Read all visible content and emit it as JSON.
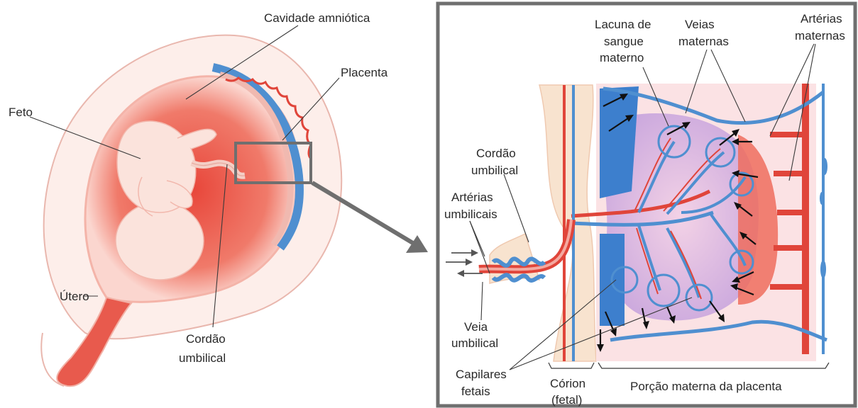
{
  "left_figure": {
    "labels": {
      "amniotic_cavity": "Cavidade amniótica",
      "placenta": "Placenta",
      "fetus": "Feto",
      "uterus": "Útero",
      "cord_line1": "Cordão",
      "cord_line2": "umbilical"
    }
  },
  "detail_figure": {
    "labels": {
      "lacuna_line1": "Lacuna de",
      "lacuna_line2": "sangue",
      "lacuna_line3": "materno",
      "veins_line1": "Veias",
      "veins_line2": "maternas",
      "arteries_line1": "Artérias",
      "arteries_line2": "maternas",
      "cord_line1": "Cordão",
      "cord_line2": "umbilical",
      "umb_arteries_line1": "Artérias",
      "umb_arteries_line2": "umbilicais",
      "umb_vein_line1": "Veia",
      "umb_vein_line2": "umbilical",
      "capillaries_line1": "Capilares",
      "capillaries_line2": "fetais",
      "chorion_line1": "Córion",
      "chorion_line2": "(fetal)",
      "maternal_portion": "Porção materna da placenta"
    }
  },
  "colors": {
    "frame": "#6f6f6f",
    "artery_red": "#e0453a",
    "vein_blue": "#4f8fd0",
    "tissue_pink": "#f6c9c0"
  }
}
